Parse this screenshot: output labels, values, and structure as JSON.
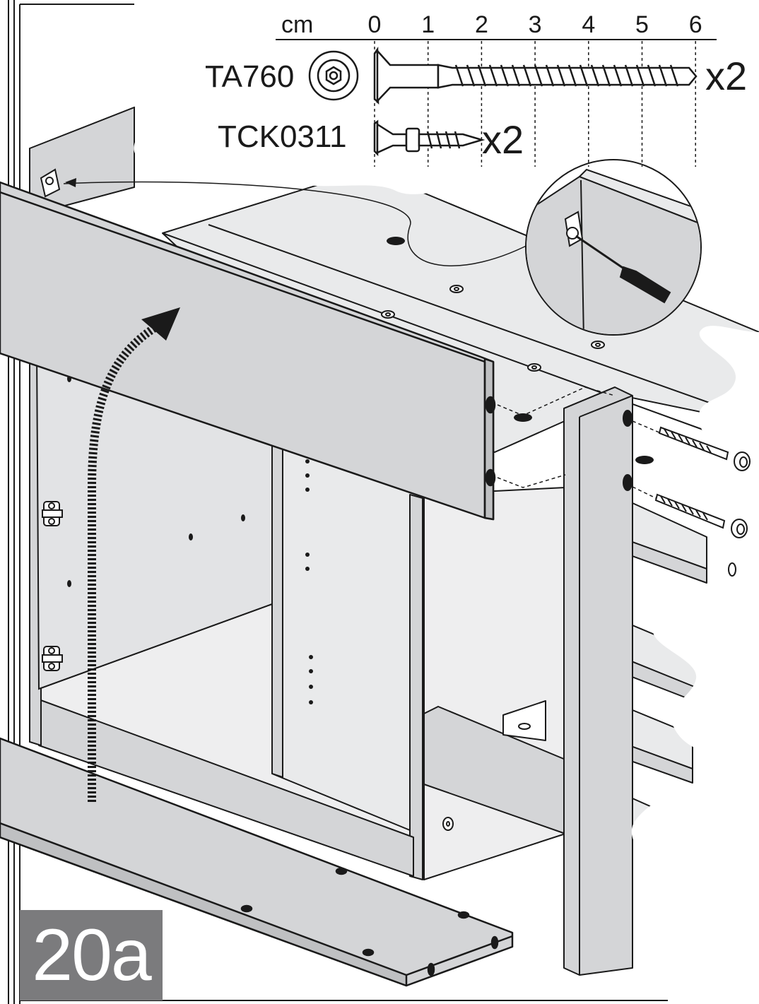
{
  "ruler": {
    "unit": "cm",
    "ticks": [
      "0",
      "1",
      "2",
      "3",
      "4",
      "5",
      "6"
    ]
  },
  "hardware": [
    {
      "code": "TA760",
      "quantity": "x2",
      "icon": "hex-socket-icon"
    },
    {
      "code": "TCK0311",
      "quantity": "x2",
      "icon": "screw-icon"
    }
  ],
  "step": {
    "label": "20a"
  },
  "colors": {
    "panel": "#d4d5d7",
    "panel_light": "#e9eaeb",
    "line": "#1a1a1a",
    "badge": "#7b7b7d"
  }
}
